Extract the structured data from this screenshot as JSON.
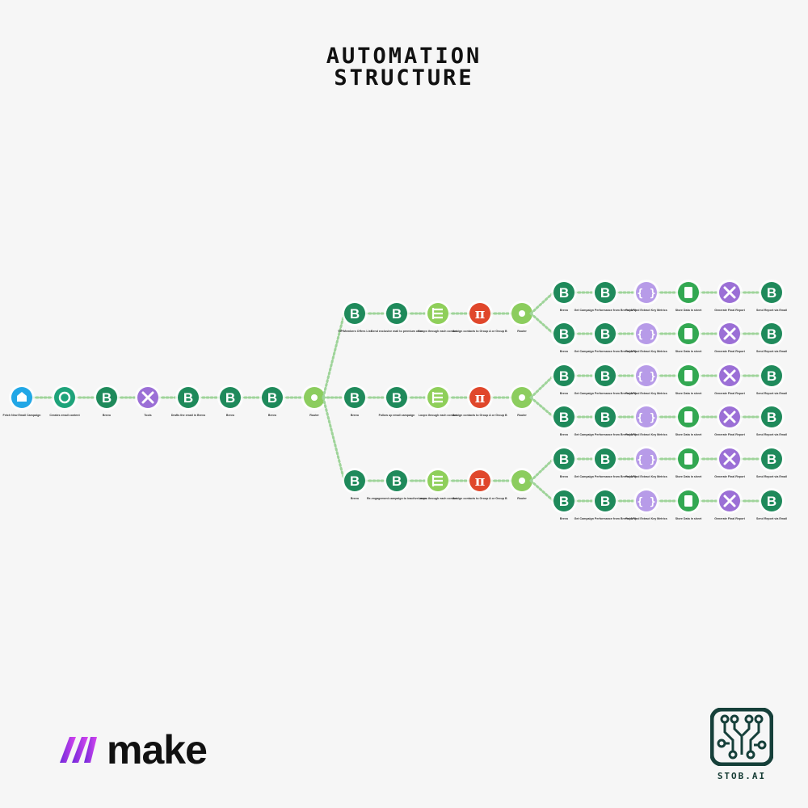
{
  "header": {
    "title_line1": "AUTOMATION",
    "title_line2": "STRUCTURE"
  },
  "colors": {
    "background": "#f6f6f6",
    "brevo_green": "#1f8a5b",
    "openai_green": "#1ea37a",
    "tools_purple": "#9b6fd6",
    "json_lavender": "#b79be8",
    "iterator_lime": "#8fcf5a",
    "math_red": "#e0472b",
    "router_green": "#8ccd5e",
    "sheets_green": "#33a852",
    "trigger_blue": "#22a7e6",
    "connector": "#9fd49a",
    "logo_dark": "#16403a"
  },
  "main_chain": [
    {
      "icon": "trigger-icon",
      "label": "Fetch New Email Campaign"
    },
    {
      "icon": "openai-icon",
      "label": "Creates email content"
    },
    {
      "icon": "brevo-icon",
      "label": "Brevo"
    },
    {
      "icon": "tools-icon",
      "label": "Tools"
    },
    {
      "icon": "brevo-icon",
      "label": "Drafts the email in Brevo"
    },
    {
      "icon": "brevo-icon",
      "label": "Brevo"
    },
    {
      "icon": "brevo-icon",
      "label": "Brevo"
    },
    {
      "icon": "router-icon",
      "label": "Router"
    }
  ],
  "branches": [
    {
      "modules": [
        {
          "icon": "brevo-icon",
          "label": "VIP/Members Offers List"
        },
        {
          "icon": "brevo-icon",
          "label": "Send exclusive mail to premium offer"
        },
        {
          "icon": "iterator-icon",
          "label": "Loops through each contact"
        },
        {
          "icon": "math-icon",
          "label": "Assign contacts to Group A or Group B"
        },
        {
          "icon": "router-icon",
          "label": "Router"
        }
      ]
    },
    {
      "modules": [
        {
          "icon": "brevo-icon",
          "label": "Brevo"
        },
        {
          "icon": "brevo-icon",
          "label": "Follow up email campaign"
        },
        {
          "icon": "iterator-icon",
          "label": "Loops through each contact"
        },
        {
          "icon": "math-icon",
          "label": "Assign contacts to Group A or Group B"
        },
        {
          "icon": "router-icon",
          "label": "Router"
        }
      ]
    },
    {
      "modules": [
        {
          "icon": "brevo-icon",
          "label": "Brevo"
        },
        {
          "icon": "brevo-icon",
          "label": "Re-engagement campaign to inactive users"
        },
        {
          "icon": "iterator-icon",
          "label": "Loops through each contact"
        },
        {
          "icon": "math-icon",
          "label": "Assign contacts to Group A or Group B"
        },
        {
          "icon": "router-icon",
          "label": "Router"
        }
      ]
    }
  ],
  "report_row": [
    {
      "icon": "brevo-icon",
      "label": "Brevo"
    },
    {
      "icon": "brevo-icon",
      "label": "Get Campaign Performance from Brevo (API)"
    },
    {
      "icon": "json-icon",
      "label": "Parse and Extract Key Metrics"
    },
    {
      "icon": "sheets-icon",
      "label": "Store Data in sheet"
    },
    {
      "icon": "tools-icon",
      "label": "Generate Final Report"
    },
    {
      "icon": "brevo-icon",
      "label": "Send Report via Email"
    }
  ],
  "brand": {
    "name": "make"
  },
  "stob": {
    "label": "STOB.AI"
  }
}
